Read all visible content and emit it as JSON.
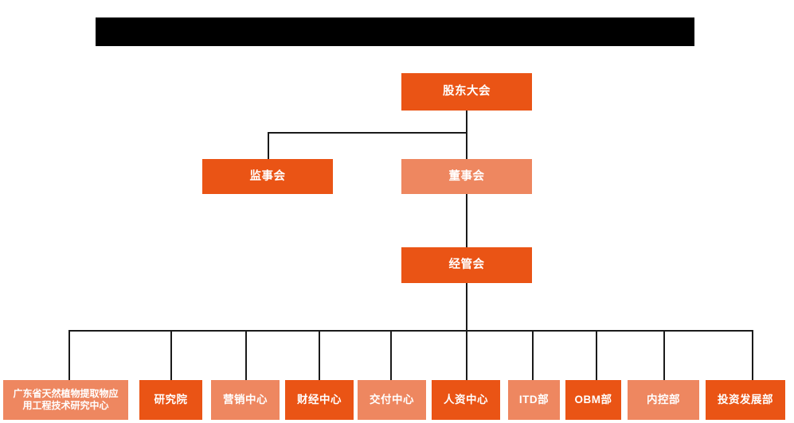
{
  "page": {
    "title_bar": {
      "name": "redacted-title-bar",
      "content": "",
      "color": "#000000"
    },
    "background_color": "#ffffff"
  },
  "palette": {
    "primary_orange": "#EA5415",
    "secondary_salmon": "#EE8760",
    "connector_line": "#1a1a1a",
    "node_text": "#ffffff"
  },
  "org_chart": {
    "levels": [
      {
        "level": 1,
        "nodes": [
          {
            "id": "shareholders",
            "label": "股东大会",
            "color": "#EA5415"
          }
        ]
      },
      {
        "level": 2,
        "nodes": [
          {
            "id": "supervisors",
            "label": "监事会",
            "color": "#EA5415"
          },
          {
            "id": "directors",
            "label": "董事会",
            "color": "#EE8760"
          }
        ]
      },
      {
        "level": 3,
        "nodes": [
          {
            "id": "management",
            "label": "经管会",
            "color": "#EA5415"
          }
        ]
      },
      {
        "level": 4,
        "nodes": [
          {
            "id": "research-center",
            "label": "广东省天然植物提取物应\n用工程技术研究中心",
            "color": "#EE8760"
          },
          {
            "id": "institute",
            "label": "研究院",
            "color": "#EA5415"
          },
          {
            "id": "marketing-center",
            "label": "营销中心",
            "color": "#EE8760"
          },
          {
            "id": "finance-center",
            "label": "财经中心",
            "color": "#EA5415"
          },
          {
            "id": "delivery-center",
            "label": "交付中心",
            "color": "#EE8760"
          },
          {
            "id": "hr-center",
            "label": "人资中心",
            "color": "#EA5415"
          },
          {
            "id": "itd-dept",
            "label": "ITD部",
            "color": "#EE8760"
          },
          {
            "id": "obm-dept",
            "label": "OBM部",
            "color": "#EA5415"
          },
          {
            "id": "internal-control-dept",
            "label": "内控部",
            "color": "#EE8760"
          },
          {
            "id": "investment-dev-dept",
            "label": "投资发展部",
            "color": "#EA5415"
          }
        ]
      }
    ]
  }
}
